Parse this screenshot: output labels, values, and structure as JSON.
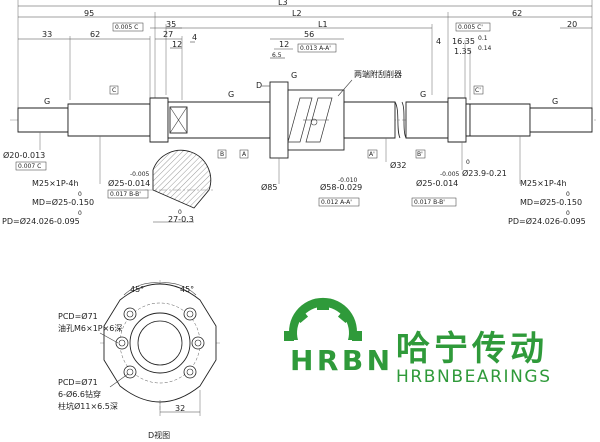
{
  "shaft": {
    "overall": "L3",
    "length_l2": "L2",
    "length_l1": "L1",
    "left_span": "95",
    "right_span": "62",
    "d33": "33",
    "d62": "62",
    "d35": "35",
    "d27": "27",
    "d12": "12",
    "d4l": "4",
    "d56": "56",
    "d12n": "12",
    "d65": "6.5",
    "d4r": "4",
    "d1635": "16.35",
    "d135": "1.35",
    "d20": "20",
    "d01": "0.1",
    "d014": "0.14",
    "tol_005c_left": "0.005 C",
    "tol_005c_right": "0.005 C'",
    "tol_0013": "0.013 A-A'",
    "scraper_note": "两端附刮削器",
    "end_left_dia": "Ø20-0.013",
    "end_left_tol": "0.007 C",
    "thread_left": "M25×1P-4h",
    "md_left_top": "0",
    "md_left": "MD=Ø25-0.150",
    "pd_left_top": "0",
    "pd_left": "PD=Ø24.026-0.095",
    "brg_left_top": "-0.005",
    "brg_left": "Ø25-0.014",
    "brg_left_tol": "0.017 B-B'",
    "flange_dia": "Ø85",
    "nut_top": "-0.010",
    "nut_dia": "Ø58-0.029",
    "nut_tol": "0.012 A-A'",
    "shaft_dia": "Ø32",
    "brg_right_top": "-0.005",
    "brg_right": "Ø25-0.014",
    "brg_right_tol": "0.017 B-B'",
    "groove_top": "0",
    "groove": "Ø23.9-0.21",
    "thread_right": "M25×1P-4h",
    "md_right_top": "0",
    "md_right": "MD=Ø25-0.150",
    "pd_right_top": "0",
    "pd_right": "PD=Ø24.026-0.095",
    "key_top": "0",
    "key": "27-0.3",
    "lbl_a": "A",
    "lbl_a2": "A'",
    "lbl_b": "B",
    "lbl_b2": "B'",
    "lbl_c": "C",
    "lbl_c2": "C'",
    "lbl_d": "D",
    "lbl_g": "G"
  },
  "flange_view": {
    "angle_left": "45°",
    "angle_right": "45°",
    "pcd_oil": "PCD=Ø71",
    "oil_hole": "油孔M6×1P×6深",
    "pcd_bolt": "PCD=Ø71",
    "bolt_holes": "6-Ø6.6钻穿",
    "counterbore": "柱坑Ø11×6.5深",
    "width": "32",
    "caption": "D视图"
  },
  "logo": {
    "mark": "HRBN",
    "cn_name": "哈宁传动",
    "en_name": "HRBNBEARINGS",
    "color": "#2f9a3a"
  }
}
